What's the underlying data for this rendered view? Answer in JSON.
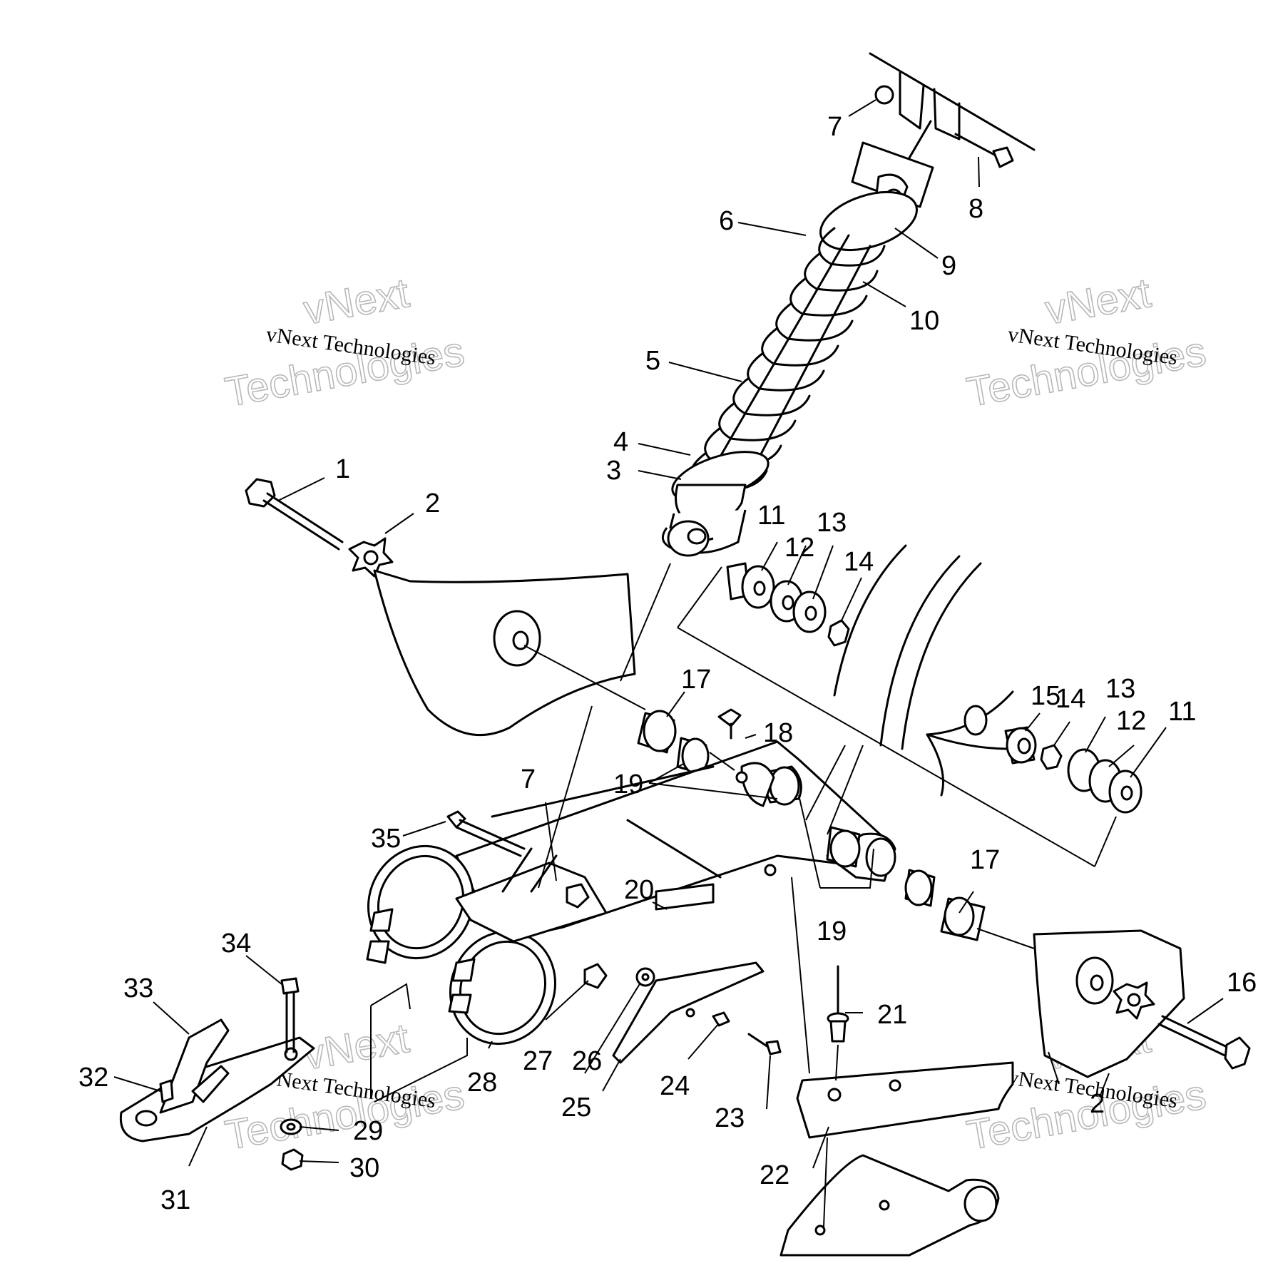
{
  "callouts": [
    {
      "id": "c1",
      "text": "1"
    },
    {
      "id": "c2a",
      "text": "2"
    },
    {
      "id": "c2b",
      "text": "2"
    },
    {
      "id": "c3",
      "text": "3"
    },
    {
      "id": "c4",
      "text": "4"
    },
    {
      "id": "c5",
      "text": "5"
    },
    {
      "id": "c6",
      "text": "6"
    },
    {
      "id": "c7a",
      "text": "7"
    },
    {
      "id": "c7b",
      "text": "7"
    },
    {
      "id": "c8",
      "text": "8"
    },
    {
      "id": "c9",
      "text": "9"
    },
    {
      "id": "c10",
      "text": "10"
    },
    {
      "id": "c11a",
      "text": "11"
    },
    {
      "id": "c11b",
      "text": "11"
    },
    {
      "id": "c12a",
      "text": "12"
    },
    {
      "id": "c12b",
      "text": "12"
    },
    {
      "id": "c13a",
      "text": "13"
    },
    {
      "id": "c13b",
      "text": "13"
    },
    {
      "id": "c14a",
      "text": "14"
    },
    {
      "id": "c14b",
      "text": "14"
    },
    {
      "id": "c15",
      "text": "15"
    },
    {
      "id": "c16",
      "text": "16"
    },
    {
      "id": "c17a",
      "text": "17"
    },
    {
      "id": "c17b",
      "text": "17"
    },
    {
      "id": "c18",
      "text": "18"
    },
    {
      "id": "c19a",
      "text": "19"
    },
    {
      "id": "c19b",
      "text": "19"
    },
    {
      "id": "c20",
      "text": "20"
    },
    {
      "id": "c21",
      "text": "21"
    },
    {
      "id": "c22",
      "text": "22"
    },
    {
      "id": "c23",
      "text": "23"
    },
    {
      "id": "c24",
      "text": "24"
    },
    {
      "id": "c25",
      "text": "25"
    },
    {
      "id": "c26",
      "text": "26"
    },
    {
      "id": "c27",
      "text": "27"
    },
    {
      "id": "c28",
      "text": "28"
    },
    {
      "id": "c29",
      "text": "29"
    },
    {
      "id": "c30",
      "text": "30"
    },
    {
      "id": "c31",
      "text": "31"
    },
    {
      "id": "c32",
      "text": "32"
    },
    {
      "id": "c33",
      "text": "33"
    },
    {
      "id": "c34",
      "text": "34"
    },
    {
      "id": "c35",
      "text": "35"
    }
  ],
  "watermark": {
    "small": "vNext Technologies",
    "big_line1": "vNext",
    "big_line2": "Technologies"
  }
}
